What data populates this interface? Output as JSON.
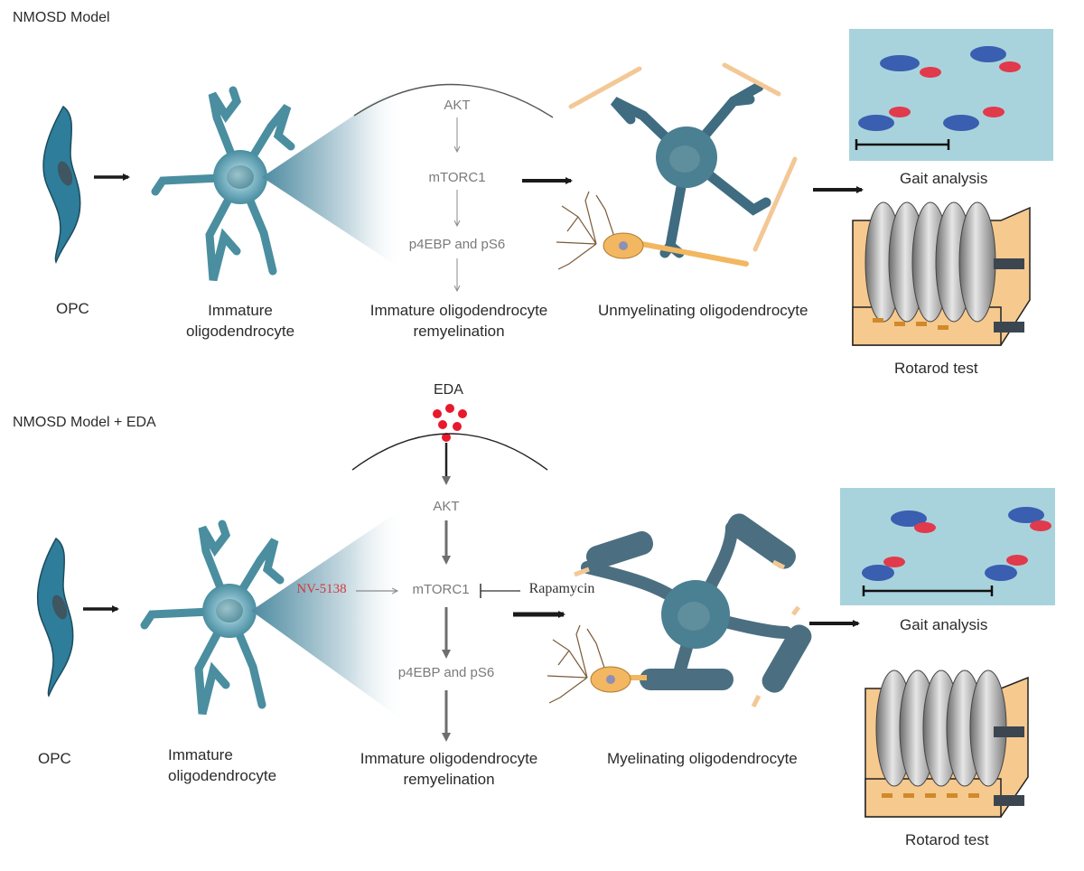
{
  "top": {
    "section_title": "NMOSD Model",
    "labels": {
      "opc": "OPC",
      "immature_line1": "Immature",
      "immature_line2": "oligodendrocyte",
      "pathway_line1": "Immature oligodendrocyte",
      "pathway_line2": "remyelination",
      "result": "Unmyelinating oligodendrocyte",
      "gait": "Gait analysis",
      "rotarod": "Rotarod test"
    },
    "pathway": {
      "akt": "AKT",
      "mtorc1": "mTORC1",
      "p4ebp": "p4EBP and pS6"
    }
  },
  "bottom": {
    "section_title": "NMOSD Model + EDA",
    "labels": {
      "eda": "EDA",
      "opc": "OPC",
      "immature_line1": "Immature",
      "immature_line2": "oligodendrocyte",
      "pathway_line1": "Immature oligodendrocyte",
      "pathway_line2": "remyelination",
      "result": "Myelinating oligodendrocyte",
      "gait": "Gait analysis",
      "rotarod": "Rotarod test"
    },
    "pathway": {
      "akt": "AKT",
      "mtorc1": "mTORC1",
      "p4ebp": "p4EBP and pS6",
      "activator": "NV-5138",
      "inhibitor": "Rapamycin"
    }
  },
  "colors": {
    "cell": "#4a8ea0",
    "cell_dark": "#3f6c80",
    "opc": "#2e7d9a",
    "neuron": "#f2b760",
    "myelin": "#f3c896",
    "gait_bg": "#a9d3dc",
    "foot_blue": "#3a5eb0",
    "foot_red": "#e03a4c",
    "eda_dot": "#e8192c",
    "activator": "#d13a3a",
    "arrow": "#1a1a1a",
    "pathway_arrow": "#6e6e6e",
    "rotarod_box": "#f6c98e"
  }
}
